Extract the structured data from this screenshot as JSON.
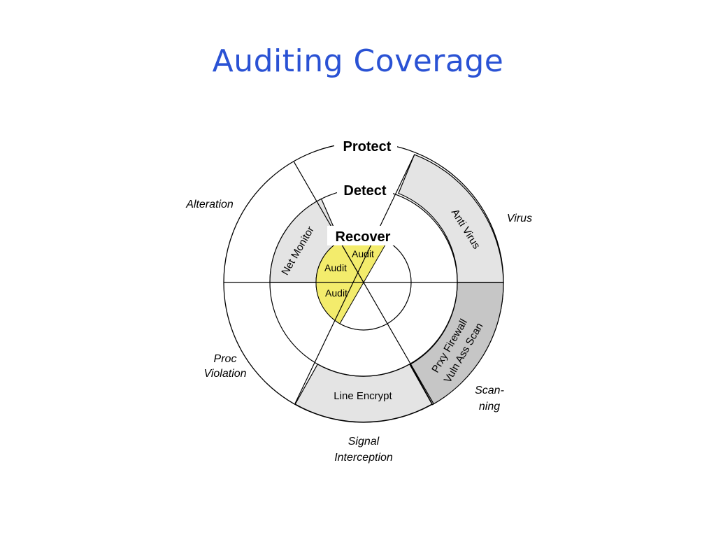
{
  "slide": {
    "title": "Auditing Coverage"
  },
  "rings": {
    "outer": "Protect",
    "middle": "Detect",
    "inner": "Recover"
  },
  "segments": {
    "anti_virus": "Anti Virus",
    "proxy_firewall": "Prxy Firewall",
    "vuln_scan": "Vuln Ass Scan",
    "line_encrypt": "Line Encrypt",
    "net_monitor": "Net Monitor",
    "audit_1": "Audit",
    "audit_2": "Audit",
    "audit_3": "Audit"
  },
  "threats": {
    "alteration": "Alteration",
    "virus": "Virus",
    "proc_line1": "Proc",
    "proc_line2": "Violation",
    "scan_line1": "Scan-",
    "scan_line2": "ning",
    "signal_line1": "Signal",
    "signal_line2": "Interception"
  },
  "colors": {
    "title": "#2a52d4",
    "light_fill": "#e4e4e4",
    "dark_fill": "#c6c6c6",
    "audit_fill": "#f3ec6c",
    "stroke": "#000000"
  }
}
